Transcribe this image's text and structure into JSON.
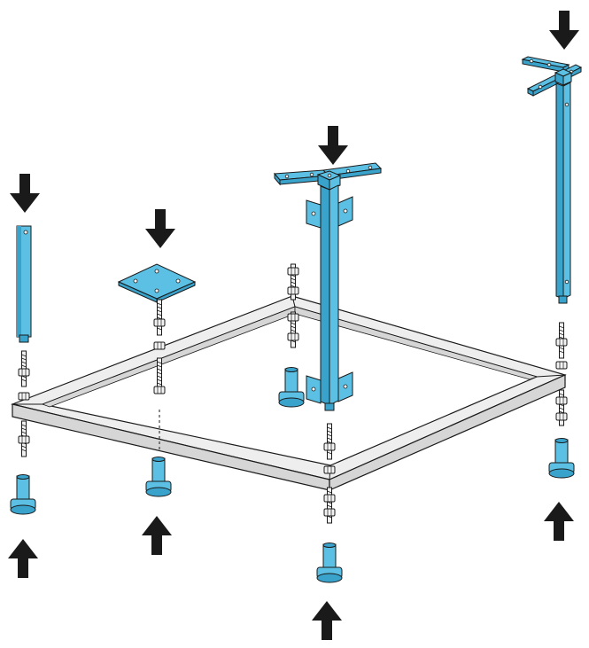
{
  "diagram": {
    "colors": {
      "part": "#5bc0e3",
      "part_dark": "#3aa3cc",
      "frame": "#eeeeee",
      "frame_shade": "#d6d6d6",
      "stroke": "#1a1a1a",
      "arrow": "#1a1a1a",
      "bolt": "#f2f2f2"
    },
    "components": [
      "straight-post",
      "square-mount-plate",
      "corner-post-with-brackets",
      "tall-corner-post",
      "rectangular-base-frame",
      "threaded-rod",
      "adjustable-foot"
    ]
  }
}
